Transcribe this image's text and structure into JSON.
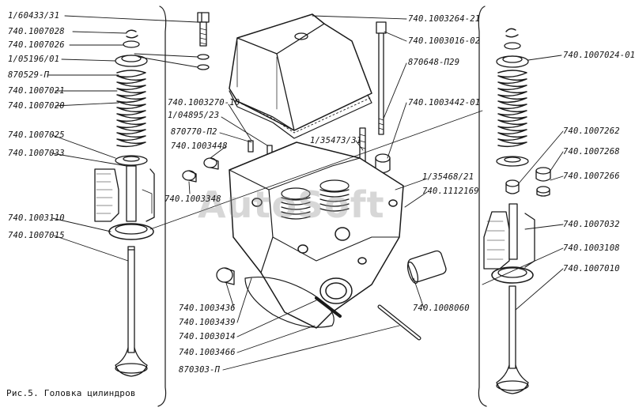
{
  "caption": "Рис.5. Головка цилиндров",
  "watermark": "AutoSoft",
  "labels": {
    "p1": "1/60433/31",
    "p2": "740.1007028",
    "p3": "740.1007026",
    "p4": "1/05196/01",
    "p5": "870529-П",
    "p6": "740.1007021",
    "p7": "740.1007020",
    "p8": "740.1007025",
    "p9": "740.1007033",
    "p10": "740.1003110",
    "p11": "740.1007015",
    "p12": "740.1003270-10",
    "p13": "1/04895/23",
    "p14": "870770-П2",
    "p15": "740.1003448",
    "p16": "740.1003348",
    "p17": "740.1003264-21",
    "p18": "740.1003016-02",
    "p19": "870648-П29",
    "p20": "740.1003442-01",
    "p21": "1/35473/31",
    "p22": "1/35468/21",
    "p23": "740.1112169",
    "p24": "740.1007024-01",
    "p25": "740.1007262",
    "p26": "740.1007268",
    "p27": "740.1007266",
    "p28": "740.1007032",
    "p29": "740.1003108",
    "p30": "740.1007010",
    "p31": "740.1003436",
    "p32": "740.1003439",
    "p33": "740.1003014",
    "p34": "740.1003466",
    "p35": "740.1008060",
    "p36": "870303-П"
  }
}
